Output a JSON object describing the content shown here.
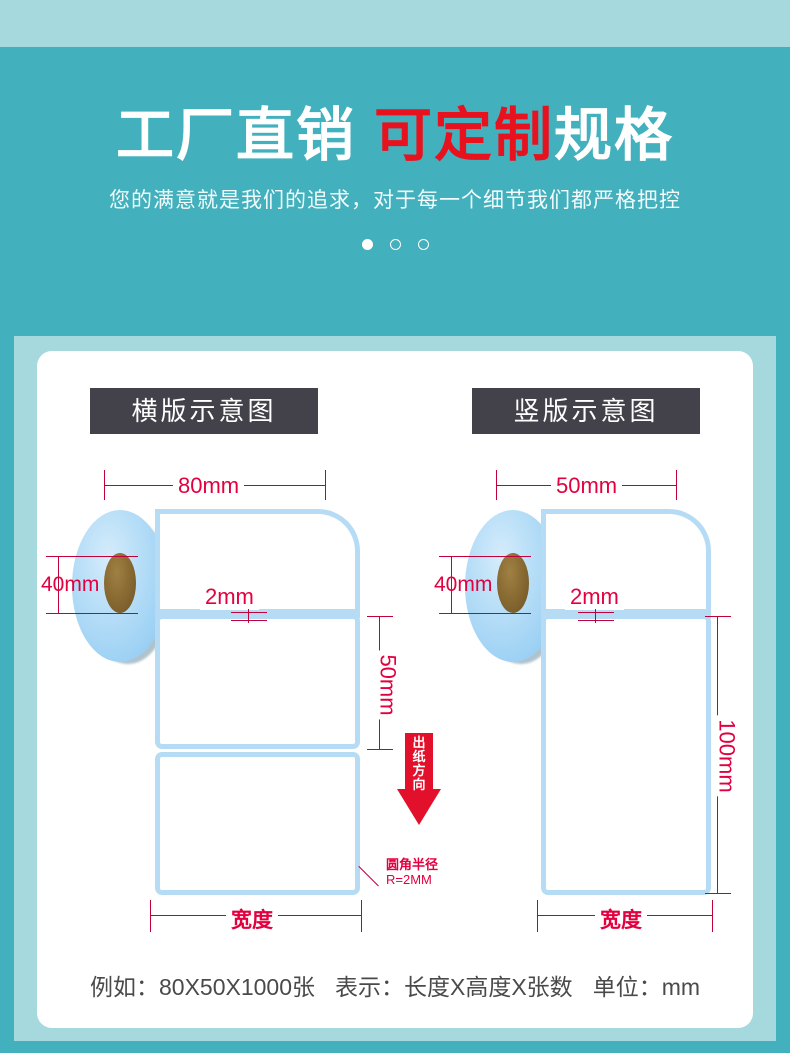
{
  "banner": {
    "headline_white_1": "工厂直销",
    "headline_red": "可定制",
    "headline_white_2": "规格",
    "subheadline": "您的满意就是我们的追求，对于每一个细节我们都严格把控",
    "dots": [
      "active",
      "inactive",
      "inactive"
    ],
    "accent_color": "#e8121f",
    "background_color": "#42b0bd",
    "strip_color": "#a6d9de"
  },
  "card": {
    "background_color": "#ffffff",
    "frame_color": "#a6d9de"
  },
  "diagrams": [
    {
      "title": "横版示意图",
      "roll_width_label": "80mm",
      "core_label": "40mm",
      "gap_label": "2mm",
      "height_label": "50mm",
      "bottom_label": "宽度",
      "corner_note_cn": "圆角半径",
      "corner_note_r": "R=2MM",
      "arrow_label": "出纸方向"
    },
    {
      "title": "竖版示意图",
      "roll_width_label": "50mm",
      "core_label": "40mm",
      "gap_label": "2mm",
      "height_label": "100mm",
      "bottom_label": "宽度"
    }
  ],
  "footer": {
    "example": "例如：80X50X1000张",
    "meaning": "表示：长度X高度X张数",
    "unit": "单位：mm"
  },
  "colors": {
    "dimension_red": "#e3003f",
    "dimension_line": "#c2003a",
    "paper_blue": "#b6dcf5",
    "title_bar": "#43424a",
    "arrow_red": "#e3102c"
  }
}
